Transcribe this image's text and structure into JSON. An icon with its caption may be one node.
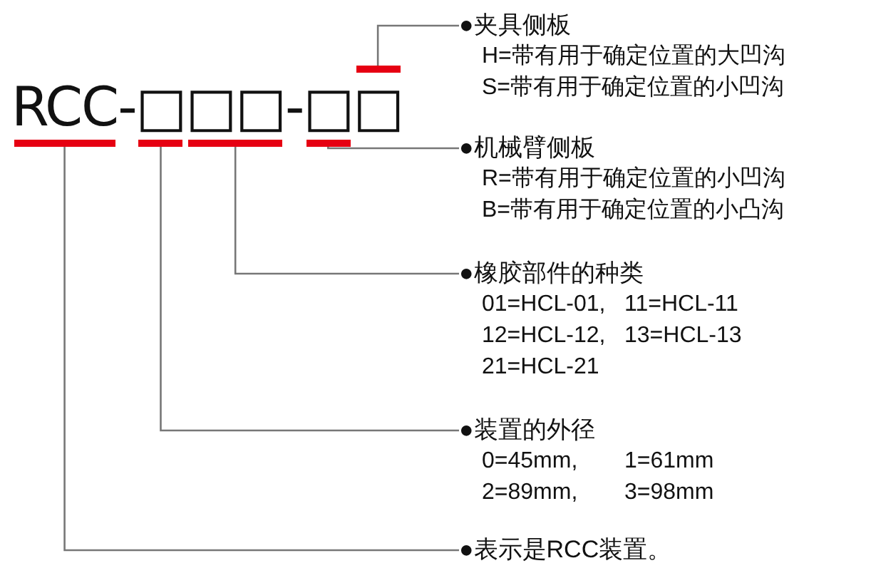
{
  "diagram": {
    "nodes": [
      {
        "text": [],
        "shape": "bar"
      },
      {
        "text": [],
        "shape": "bar"
      },
      {
        "text": [],
        "shape": "bar"
      },
      {
        "text": [],
        "shape": "bar"
      },
      {
        "text": [],
        "shape": "bar"
      },
      {
        "text": [
          "●夹具侧板",
          "H=带有用于确定位置的大凹沟",
          "S=带有用于确定位置的小凹沟"
        ]
      },
      {
        "text": [
          "●机械臂侧板",
          "R=带有用于确定位置的小凹沟",
          "B=带有用于确定位置的小凸沟"
        ]
      },
      {
        "text": [
          "●橡胶部件的种类",
          "01=HCL-01,",
          "11=HCL-11",
          "12=HCL-12,",
          "13=HCL-13",
          "21=HCL-21"
        ]
      },
      {
        "text": [
          "●装置的外径",
          "0=45mm,",
          "1=61mm",
          "2=89mm,",
          "3=98mm"
        ]
      },
      {
        "text": [
          "●表示是RCC装置。"
        ]
      }
    ],
    "edges": [
      {
        "from": 4,
        "to": 5,
        "arrow": "none"
      },
      {
        "from": 3,
        "to": 6,
        "arrow": "none"
      },
      {
        "from": 2,
        "to": 7,
        "arrow": "none"
      },
      {
        "from": 1,
        "to": 8,
        "arrow": "none"
      },
      {
        "from": 0,
        "to": 9,
        "arrow": "none"
      }
    ],
    "labels": [
      "RCC-□□□-□□"
    ]
  }
}
